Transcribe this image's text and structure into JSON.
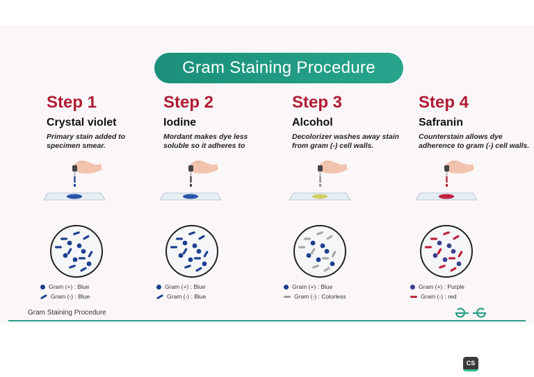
{
  "title": "Gram Staining Procedure",
  "steps": [
    {
      "number": "Step 1",
      "name": "Crystal violet",
      "description": "Primary stain added to specimen smear.",
      "drop_color": "#1c3f8f",
      "smear_color": "#2b54a8",
      "legend": [
        {
          "label": "Gram (+) : Blue",
          "color": "#1c3f8f",
          "shape": "dot"
        },
        {
          "label": "Gram (-) : Blue",
          "color": "#1c3f8f",
          "shape": "rod"
        }
      ],
      "gram_pos_color": "#1c3f8f",
      "gram_neg_color": "#1c3f8f"
    },
    {
      "number": "Step 2",
      "name": "Iodine",
      "description": "Mordant makes dye less soluble so it adheres to",
      "drop_color": "#3a3a3a",
      "smear_color": "#2b54a8",
      "legend": [
        {
          "label": "Gram (+) : Blue",
          "color": "#1c3f8f",
          "shape": "dot"
        },
        {
          "label": "Gram (-) : Blue",
          "color": "#1c3f8f",
          "shape": "rod"
        }
      ],
      "gram_pos_color": "#1c3f8f",
      "gram_neg_color": "#1c3f8f"
    },
    {
      "number": "Step 3",
      "name": "Alcohol",
      "description": "Decolorizer washes away stain from gram (-) cell walls.",
      "drop_color": "#8a8a8a",
      "smear_color": "#d4cf6a",
      "legend": [
        {
          "label": "Gram (+) : Blue",
          "color": "#1c3f8f",
          "shape": "dot"
        },
        {
          "label": "Gram (-) : Colorless",
          "color": "#9a9a9a",
          "shape": "rod"
        }
      ],
      "gram_pos_color": "#1c3f8f",
      "gram_neg_color": "#a8a8a8"
    },
    {
      "number": "Step 4",
      "name": "Safranin",
      "description": "Counterstain allows dye adherence to gram (-) cell walls.",
      "drop_color": "#b01c34",
      "smear_color": "#c0203e",
      "legend": [
        {
          "label": "Gram (+) : Purple",
          "color": "#3b3f8f",
          "shape": "dot"
        },
        {
          "label": "Gram (-) : red",
          "color": "#c0203e",
          "shape": "rod"
        }
      ],
      "gram_pos_color": "#3b3f8f",
      "gram_neg_color": "#c0203e"
    }
  ],
  "footer": "Gram Staining Procedure",
  "badge": "CS"
}
